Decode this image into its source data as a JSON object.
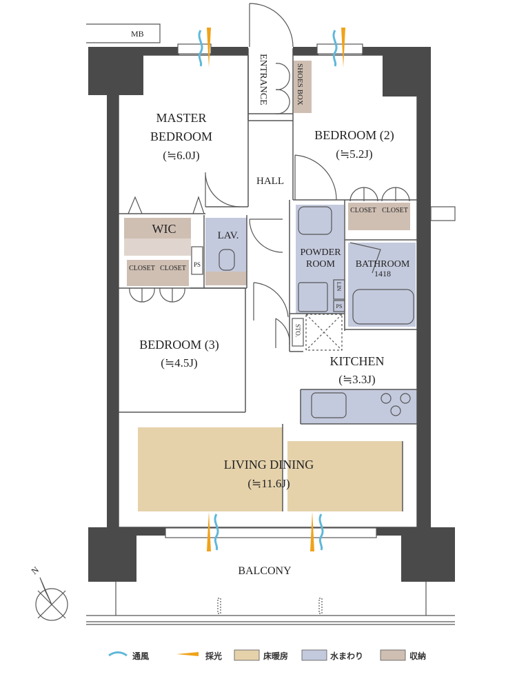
{
  "colors": {
    "wall": "#4a4a4a",
    "line": "#555555",
    "floor_heating": "#e5d2ab",
    "water": "#c4cadd",
    "storage": "#cfbfb3",
    "wind": "#5fb8da",
    "light": "#f0a21a"
  },
  "labels": {
    "mb": "MB",
    "entrance": "ENTRANCE",
    "shoes_box": "SHOES BOX",
    "master_bedroom_1": "MASTER",
    "master_bedroom_2": "BEDROOM",
    "master_bedroom_size": "(≒6.0J)",
    "bedroom2": "BEDROOM (2)",
    "bedroom2_size": "(≒5.2J)",
    "hall": "HALL",
    "wic": "WIC",
    "lav": "LAV.",
    "ps": "PS",
    "closet": "CLOSET",
    "powder_room_1": "POWDER",
    "powder_room_2": "ROOM",
    "bathroom": "BATHROOM",
    "bathroom_size": "1418",
    "lin": "LIN",
    "sto": "STO.",
    "bedroom3": "BEDROOM (3)",
    "bedroom3_size": "(≒4.5J)",
    "kitchen": "KITCHEN",
    "kitchen_size": "(≒3.3J)",
    "living_dining": "LIVING DINING",
    "living_dining_size": "(≒11.6J)",
    "balcony": "BALCONY",
    "north": "N"
  },
  "legend": [
    {
      "key": "wind",
      "label": "通風",
      "icon": "wind-icon"
    },
    {
      "key": "light",
      "label": "採光",
      "icon": "light-icon"
    },
    {
      "key": "floor_heating",
      "label": "床暖房",
      "icon": "swatch"
    },
    {
      "key": "water",
      "label": "水まわり",
      "icon": "swatch"
    },
    {
      "key": "storage",
      "label": "収納",
      "icon": "swatch"
    }
  ]
}
